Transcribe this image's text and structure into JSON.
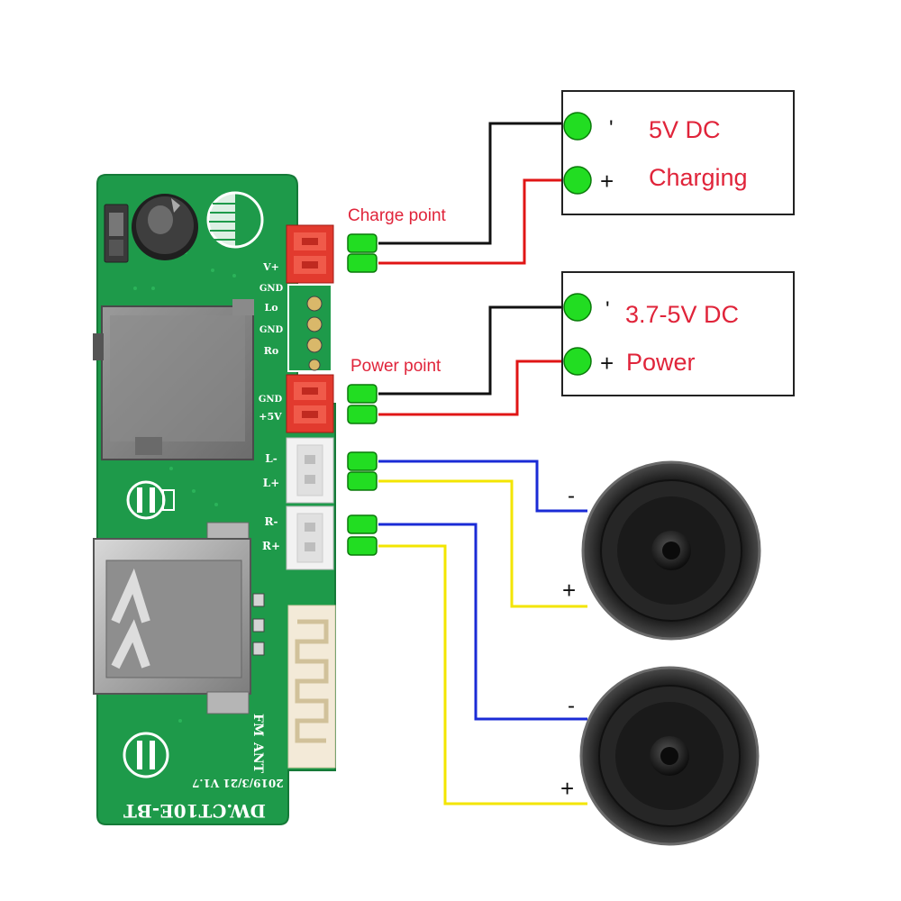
{
  "labels": {
    "charge_point": "Charge point",
    "power_point": "Power point",
    "charging_box_line1": "5V DC",
    "charging_box_line2": "Charging",
    "power_box_line1": "3.7-5V DC",
    "power_box_line2": "Power",
    "minus_sign": "-",
    "plus_sign": "+",
    "tick_sign": "'"
  },
  "pcb": {
    "pins_top": [
      "V+",
      "GND",
      "Lo",
      "GND",
      "Ro"
    ],
    "pins_power": [
      "GND",
      "+5V"
    ],
    "pins_left": [
      "L-",
      "L+"
    ],
    "pins_right": [
      "R-",
      "R+"
    ],
    "fm_ant_line1": "FM",
    "fm_ant_line2": "ANT",
    "date_text": "2019/3/21 V1.7",
    "model_text": "DW.CT10E-BT"
  },
  "colors": {
    "wire_negative": "#111111",
    "wire_positive": "#e01515",
    "wire_speaker_negative": "#1a2bd6",
    "wire_speaker_positive": "#f3e500",
    "pcb_green": "#1e9a4a",
    "terminal_green": "#22dd22",
    "label_red": "#e0243a"
  }
}
